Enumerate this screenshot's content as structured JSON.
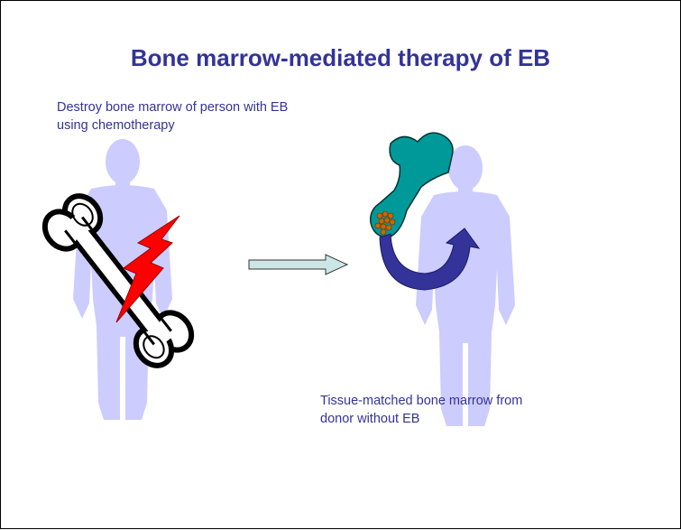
{
  "slide": {
    "title": "Bone marrow-mediated therapy of EB",
    "patient_caption_line1": "Destroy bone marrow of person with EB",
    "patient_caption_line2": "using chemotherapy",
    "donor_caption_line1": "Tissue-matched bone marrow from",
    "donor_caption_line2": "donor without EB"
  },
  "colors": {
    "title_text": "#333399",
    "silhouette": "#ccccff",
    "bolt": "#ff0000",
    "bone_outline": "#000000",
    "donor_bone": "#009999",
    "marrow_cells": "#cc6600",
    "curved_arrow": "#333399",
    "transfer_arrow": "#cce6e6"
  },
  "icons": [
    "patient-silhouette",
    "broken-bone-icon",
    "lightning-bolt-icon",
    "transfer-arrow-icon",
    "donor-silhouette",
    "donor-bone-icon",
    "marrow-cells-icon",
    "curved-arrow-icon"
  ]
}
